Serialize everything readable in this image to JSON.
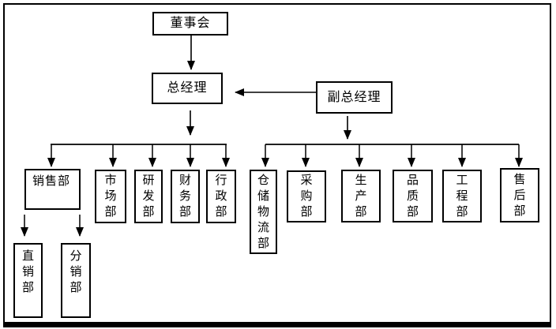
{
  "org_chart": {
    "board": "董事会",
    "general_manager": "总经理",
    "deputy_general_manager": "副总经理",
    "gm_departments": {
      "sales": "销售部",
      "marketing": "市场部",
      "rnd": "研发部",
      "finance": "财务部",
      "administration": "行政部"
    },
    "deputy_departments": {
      "warehouse_logistics": "仓储物流部",
      "purchasing": "采购部",
      "production": "生产部",
      "quality": "品质部",
      "engineering": "工程部",
      "after_sales": "售后部"
    },
    "sales_subdepartments": {
      "direct_sales": "直销部",
      "distribution": "分销部"
    },
    "colors": {
      "background": "#ffffff",
      "line": "#000000"
    }
  }
}
